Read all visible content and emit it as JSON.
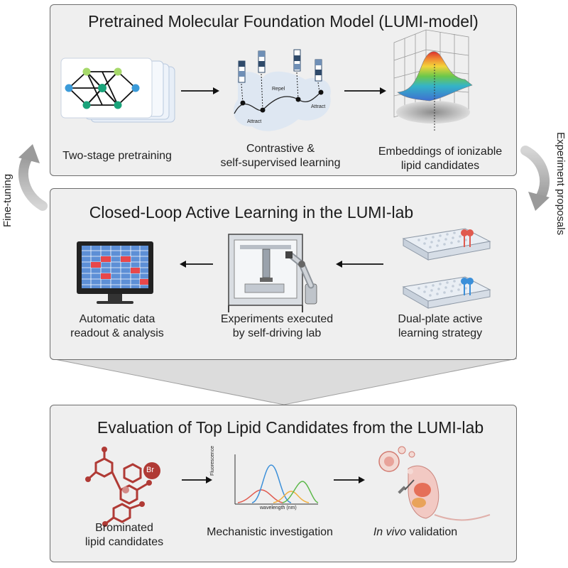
{
  "panels": {
    "top": {
      "title": "Pretrained Molecular Foundation Model (LUMI-model)",
      "captions": {
        "pretrain": "Two-stage pretraining",
        "contrastive_1": "Contrastive &",
        "contrastive_2": "self-supervised learning",
        "embeddings_1": "Embeddings of ionizable",
        "embeddings_2": "lipid candidates"
      },
      "contrastive_labels": {
        "repel": "Repel",
        "attract_1": "Attract",
        "attract_2": "Attract"
      }
    },
    "middle": {
      "title": "Closed-Loop Active Learning in the LUMI-lab",
      "captions": {
        "readout_1": "Automatic data",
        "readout_2": "readout & analysis",
        "experiments_1": "Experiments executed",
        "experiments_2": "by self-driving lab",
        "dualplate_1": "Dual-plate active",
        "dualplate_2": "learning strategy"
      }
    },
    "bottom": {
      "title": "Evaluation of Top Lipid Candidates from the LUMI-lab",
      "captions": {
        "brominated_1": "Brominated",
        "brominated_2": "lipid candidates",
        "mechanistic": "Mechanistic investigation",
        "invivo_italic": "In vivo",
        "invivo_rest": " validation"
      },
      "spectrum": {
        "ylabel": "Fluorescence",
        "xlabel": "wavelength (nm)"
      },
      "bromine_symbol": "Br"
    }
  },
  "side_labels": {
    "left": "Fine-tuning",
    "right": "Experiment proposals"
  },
  "colors": {
    "panel_bg": "#efefef",
    "panel_border": "#6d6d6d",
    "nn_green": "#a6d96a",
    "nn_teal": "#1aa37a",
    "nn_blue": "#3b9bd9",
    "molecule": "#b03a35",
    "spectrum_red": "#e05a4f",
    "spectrum_blue": "#3b8fd9",
    "spectrum_orange": "#f0b040",
    "spectrum_green": "#5cb84a",
    "heat_cell": "#e8474b",
    "screen_blue": "#5d8fd6"
  }
}
